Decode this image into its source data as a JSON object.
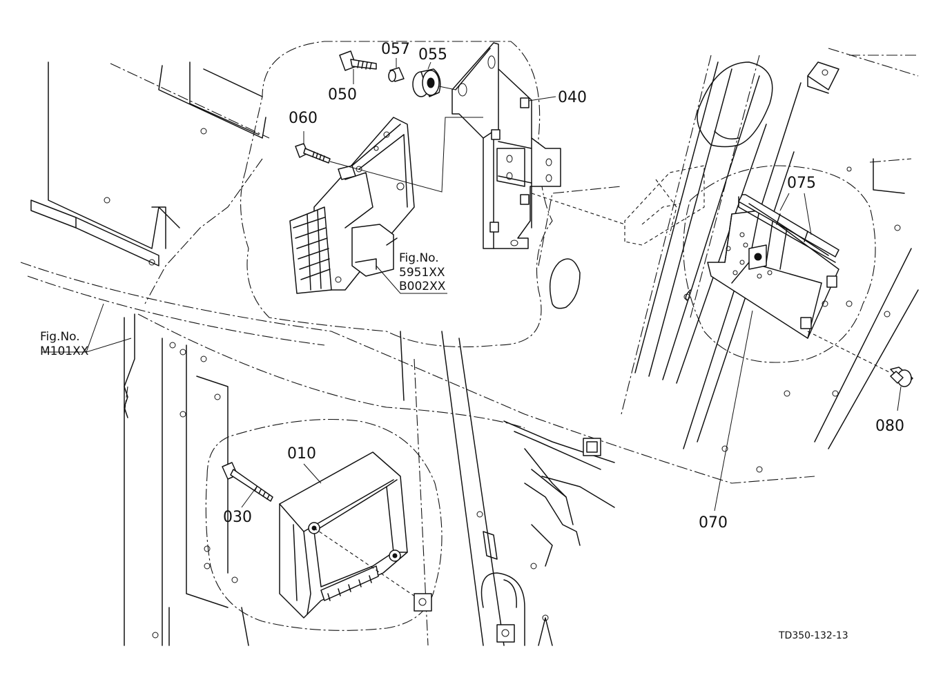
{
  "parts": {
    "p010": "010",
    "p030": "030",
    "p040": "040",
    "p050": "050",
    "p055": "055",
    "p057": "057",
    "p060": "060",
    "p070": "070",
    "p075": "075",
    "p080": "080"
  },
  "references": {
    "ref1": {
      "prefix": "Fig.No.",
      "line1": "5951XX",
      "line2": "B002XX"
    },
    "ref2": {
      "prefix": "Fig.No.",
      "line1": "M101XX"
    }
  },
  "drawing_code": "TD350-132-13"
}
